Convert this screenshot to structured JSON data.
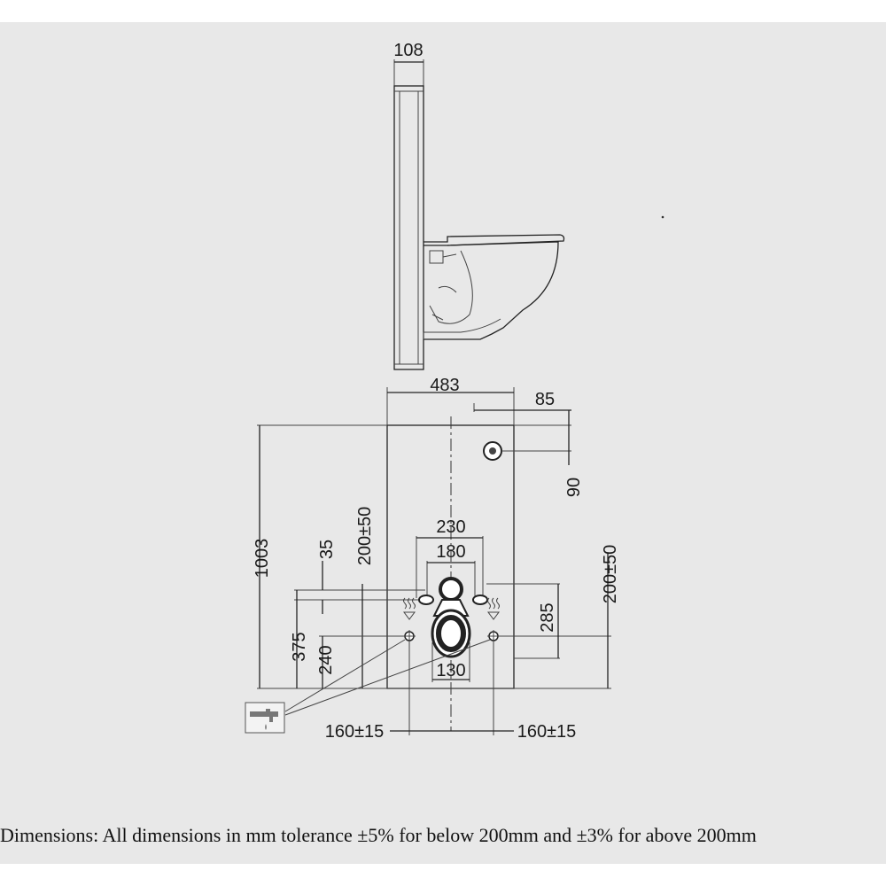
{
  "dimensions": {
    "side_depth": "108",
    "panel_width": "483",
    "top_offset": "85",
    "top_drop": "90",
    "total_height": "1003",
    "outer_spacing": "230",
    "inner_spacing": "180",
    "small_gap": "35",
    "left_tolerance": "200±50",
    "right_tolerance": "200±50",
    "height_375": "375",
    "height_240": "240",
    "height_285": "285",
    "outlet_width": "130",
    "left_offset": "160±15",
    "right_offset": "160±15"
  },
  "note": "Dimensions: All dimensions in mm tolerance ±5% for below 200mm and ±3% for above 200mm",
  "icons": [
    "water-tap-icon",
    "hot-water-icon"
  ]
}
